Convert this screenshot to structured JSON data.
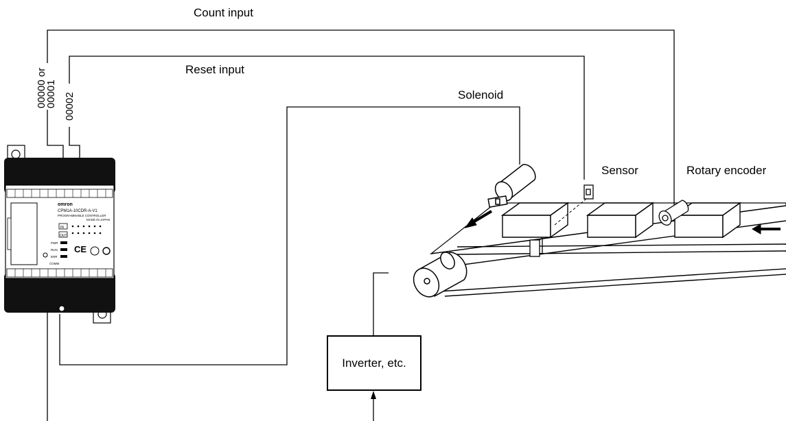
{
  "labels": {
    "count_input": "Count input",
    "reset_input": "Reset input",
    "solenoid": "Solenoid",
    "sensor": "Sensor",
    "rotary_encoder": "Rotary encoder",
    "inverter": "Inverter, etc.",
    "terminal_count_1": "00000 or",
    "terminal_count_2": "00001",
    "terminal_reset": "00002"
  },
  "plc": {
    "brand": "omron",
    "model": "CPM1A-10CDR-A-V1",
    "type": "PROGRAMMABLE CONTROLLER",
    "made_in": "MADE IN JAPAN",
    "in_label": "IN",
    "out_label": "OUT",
    "pwr_label": "PWR",
    "err_label": "ERR",
    "run_label": "RUN",
    "comm_label": "COMM"
  }
}
